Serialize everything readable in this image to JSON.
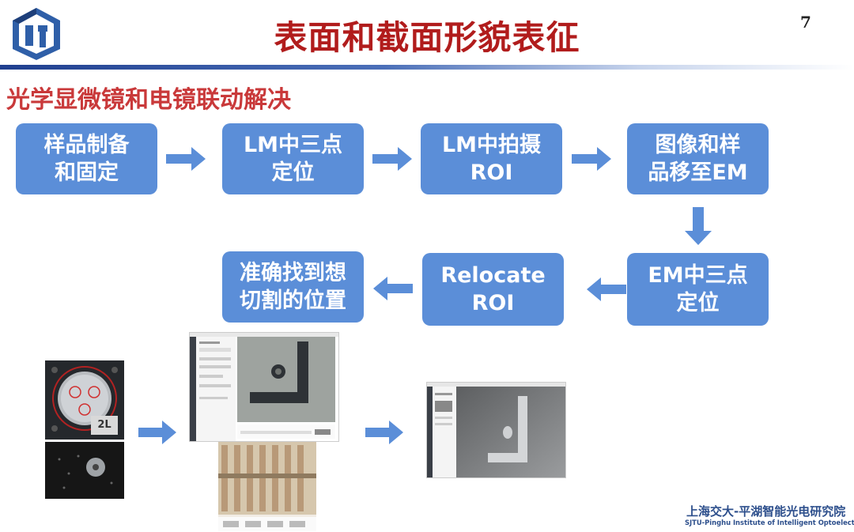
{
  "slide": {
    "title": "表面和截面形貌表征",
    "page_number": "7",
    "subtitle": "光学显微镜和电镜联动解决",
    "footer_cn": "上海交大-平湖智能光电研究院",
    "footer_en": "SJTU-Pinghu Institute of Intelligent Optoelectronics"
  },
  "flow": {
    "box1": {
      "line1": "样品制备",
      "line2": "和固定"
    },
    "box2": {
      "line1": "LM中三点",
      "line2": "定位"
    },
    "box3": {
      "line1": "LM中拍摄",
      "line2": "ROI"
    },
    "box4": {
      "line1": "图像和样",
      "line2": "品移至EM"
    },
    "box5": {
      "line1": "EM中三点",
      "line2": "定位"
    },
    "box6": {
      "line1": "Relocate",
      "line2": "ROI"
    },
    "box7": {
      "line1": "准确找到想",
      "line2": "切割的位置"
    }
  },
  "images": {
    "holder_label": "2L"
  },
  "colors": {
    "title": "#b11c1c",
    "subtitle": "#c9393a",
    "box": "#5b8ed8",
    "arrow": "#5b8ed8"
  }
}
